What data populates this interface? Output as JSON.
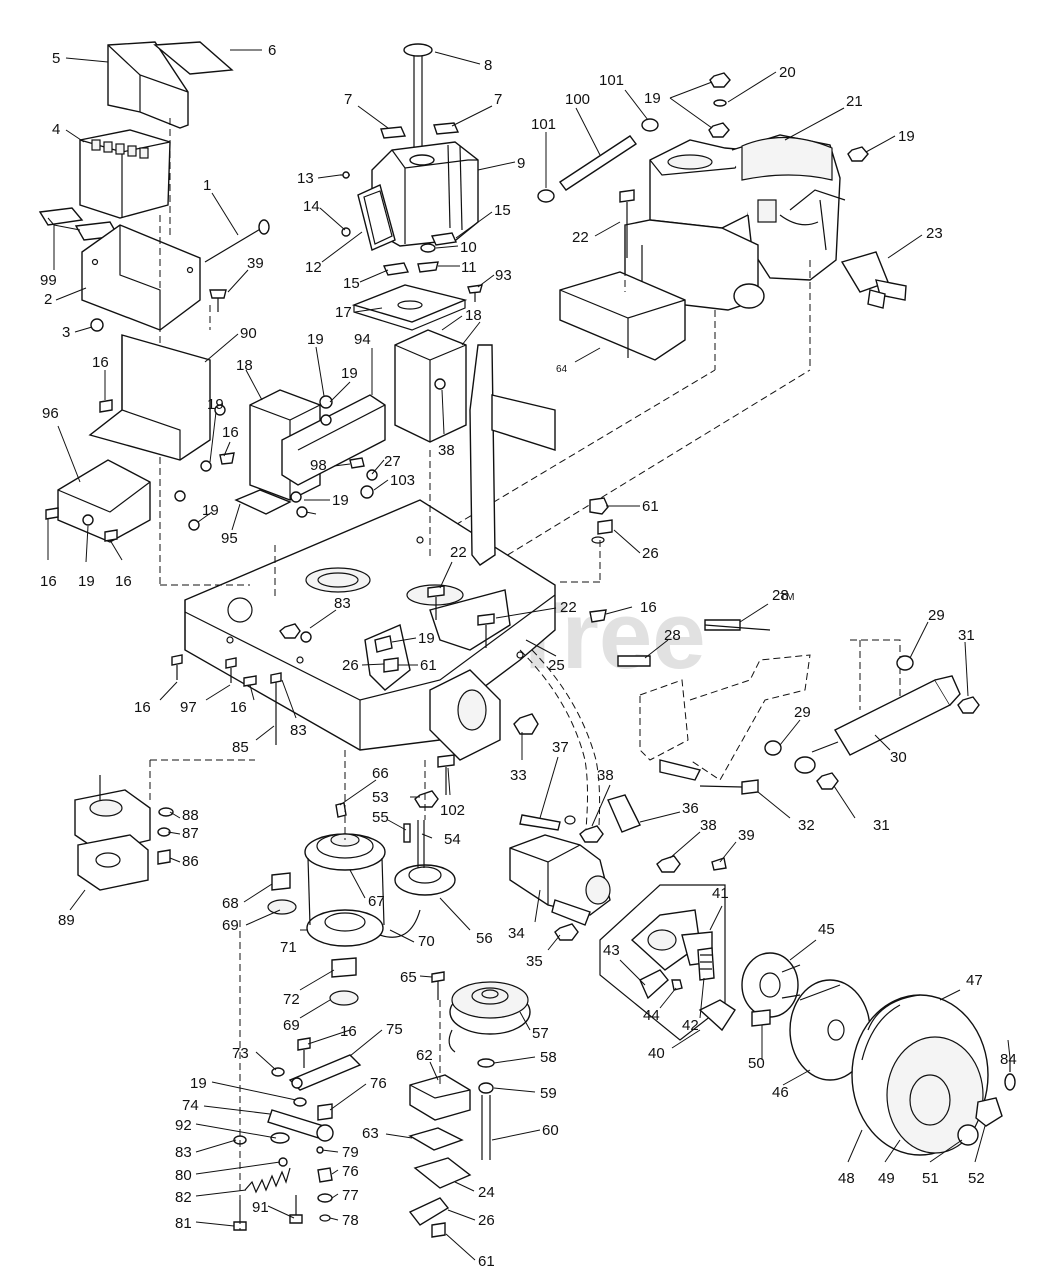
{
  "watermark": "PartsTree",
  "watermark_mark": "TM",
  "callouts": [
    {
      "id": "c5",
      "text": "5"
    },
    {
      "id": "c6",
      "text": "6"
    },
    {
      "id": "c4",
      "text": "4"
    },
    {
      "id": "c99",
      "text": "99"
    },
    {
      "id": "c1",
      "text": "1"
    },
    {
      "id": "c39a",
      "text": "39"
    },
    {
      "id": "c2",
      "text": "2"
    },
    {
      "id": "c3",
      "text": "3"
    },
    {
      "id": "c8",
      "text": "8"
    },
    {
      "id": "c7a",
      "text": "7"
    },
    {
      "id": "c7b",
      "text": "7"
    },
    {
      "id": "c9",
      "text": "9"
    },
    {
      "id": "c13",
      "text": "13"
    },
    {
      "id": "c14",
      "text": "14"
    },
    {
      "id": "c12",
      "text": "12"
    },
    {
      "id": "c15a",
      "text": "15"
    },
    {
      "id": "c10",
      "text": "10"
    },
    {
      "id": "c11",
      "text": "11"
    },
    {
      "id": "c15b",
      "text": "15"
    },
    {
      "id": "c93",
      "text": "93"
    },
    {
      "id": "c17",
      "text": "17"
    },
    {
      "id": "c18a",
      "text": "18"
    },
    {
      "id": "c101a",
      "text": "101"
    },
    {
      "id": "c100",
      "text": "100"
    },
    {
      "id": "c101b",
      "text": "101"
    },
    {
      "id": "c19a",
      "text": "19"
    },
    {
      "id": "c20",
      "text": "20"
    },
    {
      "id": "c21",
      "text": "21"
    },
    {
      "id": "c19b",
      "text": "19"
    },
    {
      "id": "c22a",
      "text": "22"
    },
    {
      "id": "c23",
      "text": "23"
    },
    {
      "id": "c64",
      "text": "64"
    },
    {
      "id": "c90",
      "text": "90"
    },
    {
      "id": "c16a",
      "text": "16"
    },
    {
      "id": "c96",
      "text": "96"
    },
    {
      "id": "c18b",
      "text": "18"
    },
    {
      "id": "c19c",
      "text": "19"
    },
    {
      "id": "c94",
      "text": "94"
    },
    {
      "id": "c19d",
      "text": "19"
    },
    {
      "id": "c19e",
      "text": "19"
    },
    {
      "id": "c16b",
      "text": "16"
    },
    {
      "id": "c38a",
      "text": "38"
    },
    {
      "id": "c98",
      "text": "98"
    },
    {
      "id": "c27",
      "text": "27"
    },
    {
      "id": "c103",
      "text": "103"
    },
    {
      "id": "c19f",
      "text": "19"
    },
    {
      "id": "c19g",
      "text": "19"
    },
    {
      "id": "c95",
      "text": "95"
    },
    {
      "id": "c16c",
      "text": "16"
    },
    {
      "id": "c19h",
      "text": "19"
    },
    {
      "id": "c16d",
      "text": "16"
    },
    {
      "id": "c61a",
      "text": "61"
    },
    {
      "id": "c26a",
      "text": "26"
    },
    {
      "id": "c22b",
      "text": "22"
    },
    {
      "id": "c22c",
      "text": "22"
    },
    {
      "id": "c16e",
      "text": "16"
    },
    {
      "id": "c28a",
      "text": "28"
    },
    {
      "id": "c83a",
      "text": "83"
    },
    {
      "id": "c19i",
      "text": "19"
    },
    {
      "id": "c26b",
      "text": "26"
    },
    {
      "id": "c61b",
      "text": "61"
    },
    {
      "id": "c25",
      "text": "25"
    },
    {
      "id": "c28b",
      "text": "28"
    },
    {
      "id": "c29a",
      "text": "29"
    },
    {
      "id": "c31a",
      "text": "31"
    },
    {
      "id": "c16f",
      "text": "16"
    },
    {
      "id": "c97",
      "text": "97"
    },
    {
      "id": "c16g",
      "text": "16"
    },
    {
      "id": "c85",
      "text": "85"
    },
    {
      "id": "c83b",
      "text": "83"
    },
    {
      "id": "c29b",
      "text": "29"
    },
    {
      "id": "c30",
      "text": "30"
    },
    {
      "id": "c33",
      "text": "33"
    },
    {
      "id": "c37",
      "text": "37"
    },
    {
      "id": "c38b",
      "text": "38"
    },
    {
      "id": "c32",
      "text": "32"
    },
    {
      "id": "c31b",
      "text": "31"
    },
    {
      "id": "c66",
      "text": "66"
    },
    {
      "id": "c53",
      "text": "53"
    },
    {
      "id": "c102",
      "text": "102"
    },
    {
      "id": "c55",
      "text": "55"
    },
    {
      "id": "c54",
      "text": "54"
    },
    {
      "id": "c36",
      "text": "36"
    },
    {
      "id": "c38c",
      "text": "38"
    },
    {
      "id": "c39b",
      "text": "39"
    },
    {
      "id": "c88",
      "text": "88"
    },
    {
      "id": "c87",
      "text": "87"
    },
    {
      "id": "c86",
      "text": "86"
    },
    {
      "id": "c89",
      "text": "89"
    },
    {
      "id": "c68",
      "text": "68"
    },
    {
      "id": "c67",
      "text": "67"
    },
    {
      "id": "c69a",
      "text": "69"
    },
    {
      "id": "c71",
      "text": "71"
    },
    {
      "id": "c70",
      "text": "70"
    },
    {
      "id": "c56",
      "text": "56"
    },
    {
      "id": "c34",
      "text": "34"
    },
    {
      "id": "c41",
      "text": "41"
    },
    {
      "id": "c35",
      "text": "35"
    },
    {
      "id": "c45",
      "text": "45"
    },
    {
      "id": "c43",
      "text": "43"
    },
    {
      "id": "c72",
      "text": "72"
    },
    {
      "id": "c65",
      "text": "65"
    },
    {
      "id": "c57",
      "text": "57"
    },
    {
      "id": "c47",
      "text": "47"
    },
    {
      "id": "c44",
      "text": "44"
    },
    {
      "id": "c42",
      "text": "42"
    },
    {
      "id": "c69b",
      "text": "69"
    },
    {
      "id": "c16h",
      "text": "16"
    },
    {
      "id": "c75",
      "text": "75"
    },
    {
      "id": "c73",
      "text": "73"
    },
    {
      "id": "c62",
      "text": "62"
    },
    {
      "id": "c58",
      "text": "58"
    },
    {
      "id": "c50",
      "text": "50"
    },
    {
      "id": "c40",
      "text": "40"
    },
    {
      "id": "c19j",
      "text": "19"
    },
    {
      "id": "c76a",
      "text": "76"
    },
    {
      "id": "c59",
      "text": "59"
    },
    {
      "id": "c74",
      "text": "74"
    },
    {
      "id": "c46",
      "text": "46"
    },
    {
      "id": "c84",
      "text": "84"
    },
    {
      "id": "c92",
      "text": "92"
    },
    {
      "id": "c63",
      "text": "63"
    },
    {
      "id": "c60",
      "text": "60"
    },
    {
      "id": "c83c",
      "text": "83"
    },
    {
      "id": "c79",
      "text": "79"
    },
    {
      "id": "c80",
      "text": "80"
    },
    {
      "id": "c76b",
      "text": "76"
    },
    {
      "id": "c24",
      "text": "24"
    },
    {
      "id": "c82",
      "text": "82"
    },
    {
      "id": "c77",
      "text": "77"
    },
    {
      "id": "c48",
      "text": "48"
    },
    {
      "id": "c49",
      "text": "49"
    },
    {
      "id": "c51",
      "text": "51"
    },
    {
      "id": "c52",
      "text": "52"
    },
    {
      "id": "c26c",
      "text": "26"
    },
    {
      "id": "c81",
      "text": "81"
    },
    {
      "id": "c91",
      "text": "91"
    },
    {
      "id": "c78",
      "text": "78"
    },
    {
      "id": "c61c",
      "text": "61"
    }
  ]
}
